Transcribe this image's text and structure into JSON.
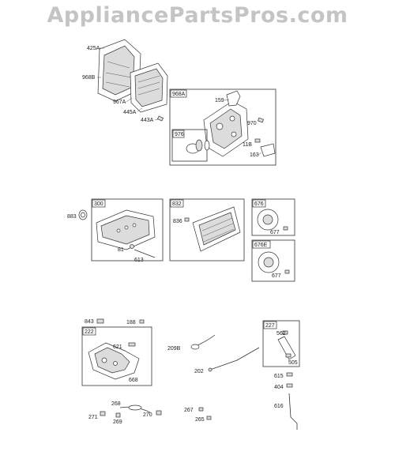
{
  "watermark": "AppliancePartsPros.com",
  "callouts": {
    "c425A": "425A",
    "c968B": "968B",
    "c967A": "967A",
    "c445A": "445A",
    "c443A": "443A",
    "c968A": "968A",
    "c159": "159",
    "c970": "970",
    "c976": "976",
    "c11B": "11B",
    "c163": "163",
    "c883": "883",
    "c300": "300",
    "c81": "81",
    "c613": "613",
    "c832": "832",
    "c836": "836",
    "c676": "676",
    "c677a": "677",
    "c676E": "676E",
    "c677b": "677",
    "c843": "843",
    "c188": "188",
    "c222": "222",
    "c621": "621",
    "c668": "668",
    "c209B": "209B",
    "c202": "202",
    "c227": "227",
    "c562": "562",
    "c505": "505",
    "c615": "615",
    "c404": "404",
    "c616": "616",
    "c268": "268",
    "c271": "271",
    "c269": "269",
    "c270": "270",
    "c267": "267",
    "c265": "265"
  }
}
